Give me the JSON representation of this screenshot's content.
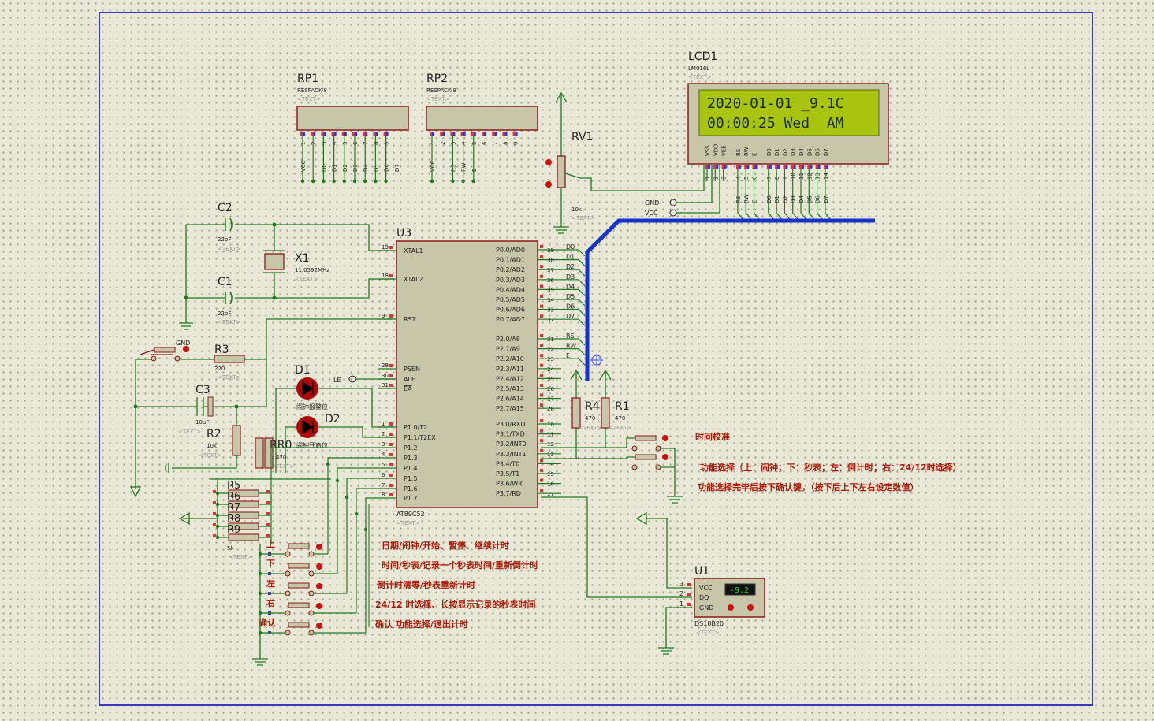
{
  "colors": {
    "background": "#e9e8d6",
    "frame": "#3a3ab8",
    "wire": "#1f7a1f",
    "body": "#c8c6a8",
    "outline": "#8a1a1a",
    "bus": "#1433cc",
    "note": "#aa1a0a",
    "lcd_screen": "#a8c410",
    "lcd_text": "#1a2a10"
  },
  "lcd": {
    "ref": "LCD1",
    "part": "LM016L",
    "text_tag": "<TEXT>",
    "line1": "2020-01-01 _9.1C",
    "line2": "00:00:25 Wed  AM",
    "pins": [
      "VSS",
      "VDD",
      "VEE",
      "RS",
      "RW",
      "E",
      "D0",
      "D1",
      "D2",
      "D3",
      "D4",
      "D5",
      "D6",
      "D7"
    ],
    "pin_numbers": [
      "1",
      "2",
      "3",
      "4",
      "5",
      "6",
      "7",
      "8",
      "9",
      "10",
      "11",
      "12",
      "13",
      "14"
    ],
    "net_labels": [
      "RS",
      "RW",
      "E",
      "D0",
      "D1",
      "D2",
      "D3",
      "D4",
      "D5",
      "D6",
      "D7"
    ]
  },
  "rp1": {
    "ref": "RP1",
    "part": "RESPACK-8",
    "text_tag": "<TEXT>",
    "pins": [
      "VCC",
      "D0",
      "D1",
      "D2",
      "D3",
      "D4",
      "D5",
      "D6",
      "D7"
    ],
    "numbers": [
      "1",
      "2",
      "3",
      "4",
      "5",
      "6",
      "7",
      "8",
      "9"
    ]
  },
  "rp2": {
    "ref": "RP2",
    "part": "RESPACK-8",
    "text_tag": "<TEXT>",
    "pins": [
      "VCC",
      "RS",
      "RW",
      "E"
    ],
    "numbers": [
      "1",
      "2",
      "3",
      "4",
      "5",
      "6",
      "7",
      "8",
      "9"
    ]
  },
  "rv1": {
    "ref": "RV1",
    "value": "10k",
    "text_tag": "<TEXT>"
  },
  "power": {
    "gnd": "GND",
    "vcc": "VCC"
  },
  "crystal": {
    "c2": {
      "ref": "C2",
      "value": "22pF",
      "text_tag": "<TEXT>"
    },
    "c1": {
      "ref": "C1",
      "value": "22pF",
      "text_tag": "<TEXT>"
    },
    "x1": {
      "ref": "X1",
      "value": "11.0592MHz",
      "text_tag": "<TEXT>"
    }
  },
  "mcu": {
    "ref": "U3",
    "part": "AT89C52",
    "text_tag": "<TEXT>",
    "left_pins": [
      {
        "num": "19",
        "name": "XTAL1"
      },
      {
        "num": "18",
        "name": "XTAL2"
      },
      {
        "num": "9",
        "name": "RST"
      },
      {
        "num": "29",
        "name": "PSEN"
      },
      {
        "num": "30",
        "name": "ALE"
      },
      {
        "num": "31",
        "name": "EA"
      },
      {
        "num": "1",
        "name": "P1.0/T2"
      },
      {
        "num": "2",
        "name": "P1.1/T2EX"
      },
      {
        "num": "3",
        "name": "P1.2"
      },
      {
        "num": "4",
        "name": "P1.3"
      },
      {
        "num": "5",
        "name": "P1.4"
      },
      {
        "num": "6",
        "name": "P1.5"
      },
      {
        "num": "7",
        "name": "P1.6"
      },
      {
        "num": "8",
        "name": "P1.7"
      }
    ],
    "right_pins": [
      {
        "num": "39",
        "name": "P0.0/AD0",
        "net": "D0"
      },
      {
        "num": "38",
        "name": "P0.1/AD1",
        "net": "D1"
      },
      {
        "num": "37",
        "name": "P0.2/AD2",
        "net": "D2"
      },
      {
        "num": "36",
        "name": "P0.3/AD3",
        "net": "D3"
      },
      {
        "num": "35",
        "name": "P0.4/AD4",
        "net": "D4"
      },
      {
        "num": "34",
        "name": "P0.5/AD5",
        "net": "D5"
      },
      {
        "num": "33",
        "name": "P0.6/AD6",
        "net": "D6"
      },
      {
        "num": "32",
        "name": "P0.7/AD7",
        "net": "D7"
      },
      {
        "num": "21",
        "name": "P2.0/A8",
        "net": "RS"
      },
      {
        "num": "22",
        "name": "P2.1/A9",
        "net": "RW"
      },
      {
        "num": "23",
        "name": "P2.2/A10",
        "net": "E"
      },
      {
        "num": "24",
        "name": "P2.3/A11",
        "net": ""
      },
      {
        "num": "25",
        "name": "P2.4/A12",
        "net": ""
      },
      {
        "num": "26",
        "name": "P2.5/A13",
        "net": ""
      },
      {
        "num": "27",
        "name": "P2.6/A14",
        "net": ""
      },
      {
        "num": "28",
        "name": "P2.7/A15",
        "net": ""
      },
      {
        "num": "10",
        "name": "P3.0/RXD",
        "net": ""
      },
      {
        "num": "11",
        "name": "P3.1/TXD",
        "net": ""
      },
      {
        "num": "12",
        "name": "P3.2/INT0",
        "net": ""
      },
      {
        "num": "13",
        "name": "P3.3/INT1",
        "net": ""
      },
      {
        "num": "14",
        "name": "P3.4/T0",
        "net": ""
      },
      {
        "num": "15",
        "name": "P3.5/T1",
        "net": ""
      },
      {
        "num": "16",
        "name": "P3.6/WR",
        "net": ""
      },
      {
        "num": "17",
        "name": "P3.7/RD",
        "net": ""
      }
    ],
    "ale_label": "LE"
  },
  "reset": {
    "gnd": "GND",
    "r3": {
      "ref": "R3",
      "value": "220",
      "text_tag": "<TEXT>"
    },
    "c3": {
      "ref": "C3",
      "value": "10uF",
      "text_tag": "<TEXT>"
    },
    "r2": {
      "ref": "R2",
      "value": "10k",
      "text_tag": "<TEXT>"
    }
  },
  "leds": {
    "d1": {
      "ref": "D1",
      "label": "闹钟报警位"
    },
    "d2": {
      "ref": "D2",
      "label": "闹钟开启位"
    },
    "rr": {
      "ref": "RR0",
      "value": "470",
      "text_tag": "<TEXT>"
    }
  },
  "resbank": {
    "refs": [
      "R5",
      "R6",
      "R7",
      "R8",
      "R9"
    ],
    "value": "5k",
    "text_tag": "<TEXT>"
  },
  "buttons": [
    {
      "key": "上",
      "note": "日期/闹钟/开始、暂停、继续计时"
    },
    {
      "key": "下",
      "note": "时间/秒表/记录一个秒表时间/重新倒计时"
    },
    {
      "key": "左",
      "note": "倒计时清零/秒表重新计时"
    },
    {
      "key": "右",
      "note": "24/12 时选择、长按显示记录的秒表时间"
    },
    {
      "key": "确认",
      "note": "确认 功能选择/退出计时"
    }
  ],
  "pullups": {
    "r4": {
      "ref": "R4",
      "value": "470",
      "text_tag": "<TEXT>"
    },
    "r1": {
      "ref": "R1",
      "value": "470",
      "text_tag": "<TEXT>"
    }
  },
  "notes": {
    "time_calibrate": "时间校准",
    "func_select": "功能选择（上：闹钟；下：秒表；左：倒计时；右：24/12时选择）",
    "func_confirm": "功能选择完毕后按下确认键，（按下后上下左右设定数值）"
  },
  "ds18b20": {
    "ref": "U1",
    "part": "DS18B20",
    "text_tag": "<TEXT>",
    "pins": [
      {
        "num": "3",
        "name": "VCC"
      },
      {
        "num": "2",
        "name": "DQ"
      },
      {
        "num": "1",
        "name": "GND"
      }
    ],
    "display": "-9.2"
  }
}
